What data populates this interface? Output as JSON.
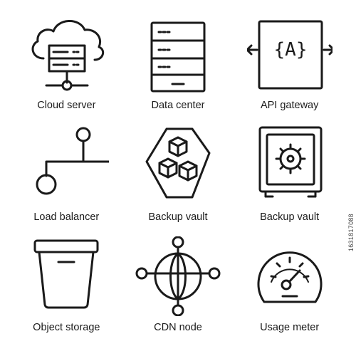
{
  "icons": [
    {
      "label": "Cloud server",
      "icon": "cloud-server-icon"
    },
    {
      "label": "Data center",
      "icon": "data-center-icon"
    },
    {
      "label": "API gateway",
      "icon": "api-gateway-icon",
      "glyph": "{A}"
    },
    {
      "label": "Load balancer",
      "icon": "load-balancer-icon"
    },
    {
      "label": "Backup vault",
      "icon": "backup-vault-cubes-icon"
    },
    {
      "label": "Backup vault",
      "icon": "backup-vault-safe-icon"
    },
    {
      "label": "Object storage",
      "icon": "object-storage-icon"
    },
    {
      "label": "CDN node",
      "icon": "cdn-node-icon"
    },
    {
      "label": "Usage meter",
      "icon": "usage-meter-icon"
    }
  ],
  "stock_id": "1631817088",
  "colors": {
    "stroke": "#1a1a1a",
    "background": "#ffffff"
  }
}
